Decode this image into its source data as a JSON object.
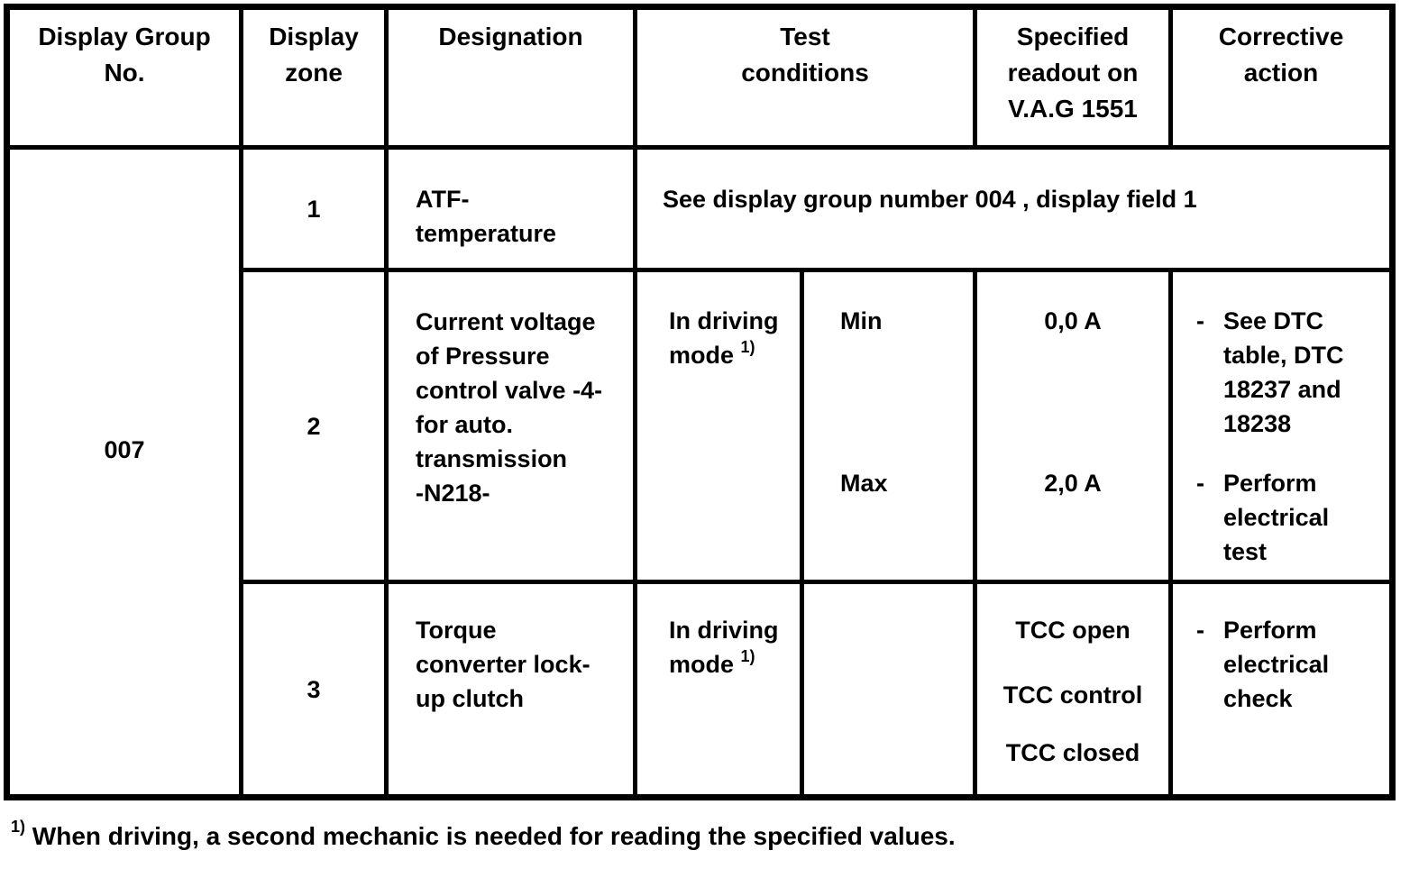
{
  "table": {
    "headers": {
      "display_group_no": "Display Group\nNo.",
      "display_zone": "Display\nzone",
      "designation": "Designation",
      "test_conditions": "Test\nconditions",
      "specified_readout": "Specified\nreadout on\nV.A.G 1551",
      "corrective_action": "Corrective\naction"
    },
    "display_group_no": "007",
    "dash_marker": "-",
    "rows": [
      {
        "zone": "1",
        "designation": "ATF-\ntemperature",
        "note": "See display group number 004 , display field 1"
      },
      {
        "zone": "2",
        "designation": "Current voltage\nof Pressure\ncontrol valve -4-\nfor auto.\ntransmission\n-N218-",
        "test_condition": "In driving\nmode",
        "test_condition_sup": "1)",
        "sub_labels": [
          "Min",
          "Max"
        ],
        "readouts": [
          "0,0 A",
          "2,0 A"
        ],
        "corrective": [
          "See DTC\ntable, DTC\n18237 and\n18238",
          "Perform\nelectrical\ntest"
        ]
      },
      {
        "zone": "3",
        "designation": "Torque\nconverter lock-\nup clutch",
        "test_condition": "In driving\nmode",
        "test_condition_sup": "1)",
        "readouts": [
          "TCC open",
          "TCC control",
          "TCC closed"
        ],
        "corrective": [
          "Perform\nelectrical\ncheck"
        ]
      }
    ]
  },
  "footnote": {
    "marker": "1)",
    "text": "When driving, a second mechanic is needed for reading the specified values."
  }
}
